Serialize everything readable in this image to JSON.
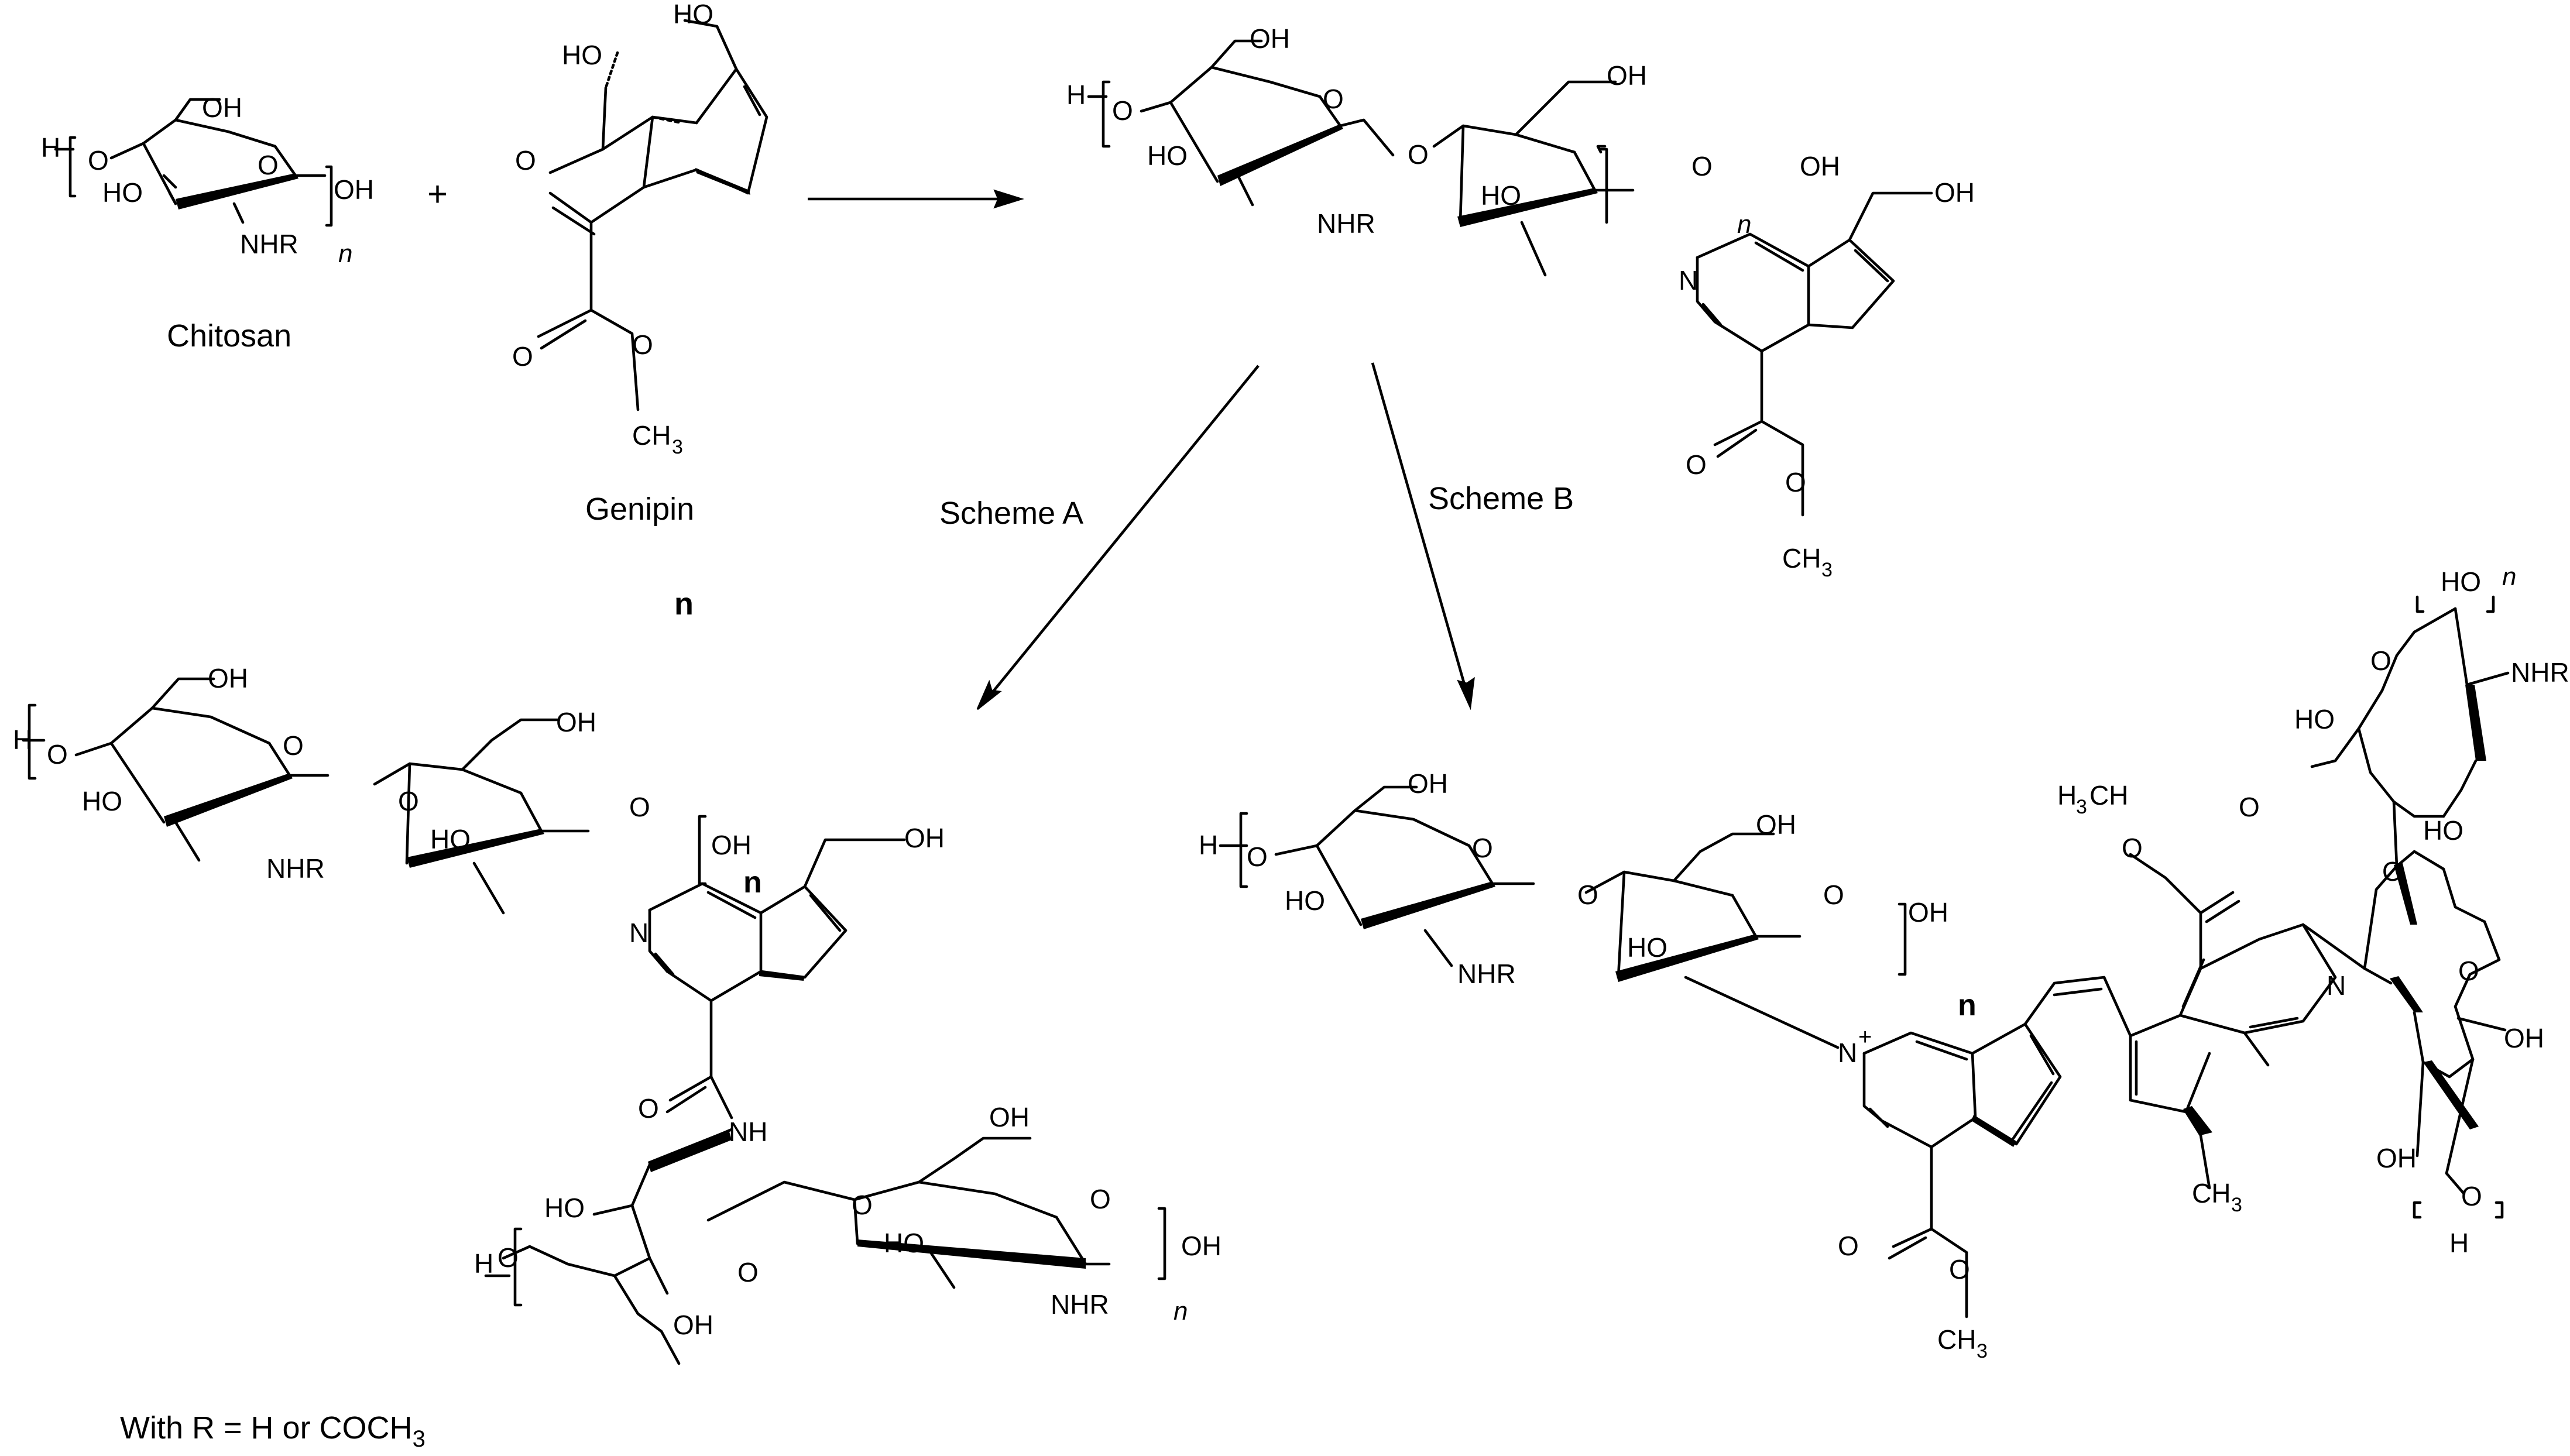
{
  "atoms": {
    "O": "O",
    "OH": "OH",
    "HO": "HO",
    "NHR": "NHR",
    "H": "H",
    "N": "N",
    "NH": "NH",
    "n": "n",
    "CH": "CH",
    "H3": "H",
    "sub3": "3",
    "plus": "+"
  },
  "labels": {
    "chitosan": "Chitosan",
    "genipin": "Genipin",
    "n_under_genipin": "n",
    "scheme_a": "Scheme A",
    "scheme_b": "Scheme B",
    "plus_sign": "+",
    "n_label_a": "n",
    "n_label_b": "n"
  },
  "footnote": {
    "prefix": "With R = H or COCH",
    "subscript": "3"
  }
}
